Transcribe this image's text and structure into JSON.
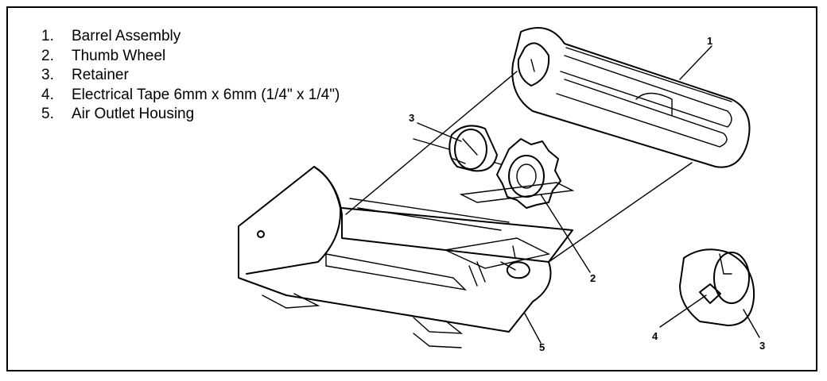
{
  "legend": {
    "items": [
      {
        "number": "1.",
        "label": "Barrel Assembly"
      },
      {
        "number": "2.",
        "label": "Thumb Wheel"
      },
      {
        "number": "3.",
        "label": "Retainer"
      },
      {
        "number": "4.",
        "label": "Electrical Tape 6mm x 6mm (1/4\" x 1/4\")"
      },
      {
        "number": "5.",
        "label": "Air Outlet Housing"
      }
    ]
  },
  "callouts": {
    "barrel": "1",
    "thumb_wheel": "2",
    "retainer_left": "3",
    "retainer_right": "3",
    "tape": "4",
    "housing": "5"
  }
}
